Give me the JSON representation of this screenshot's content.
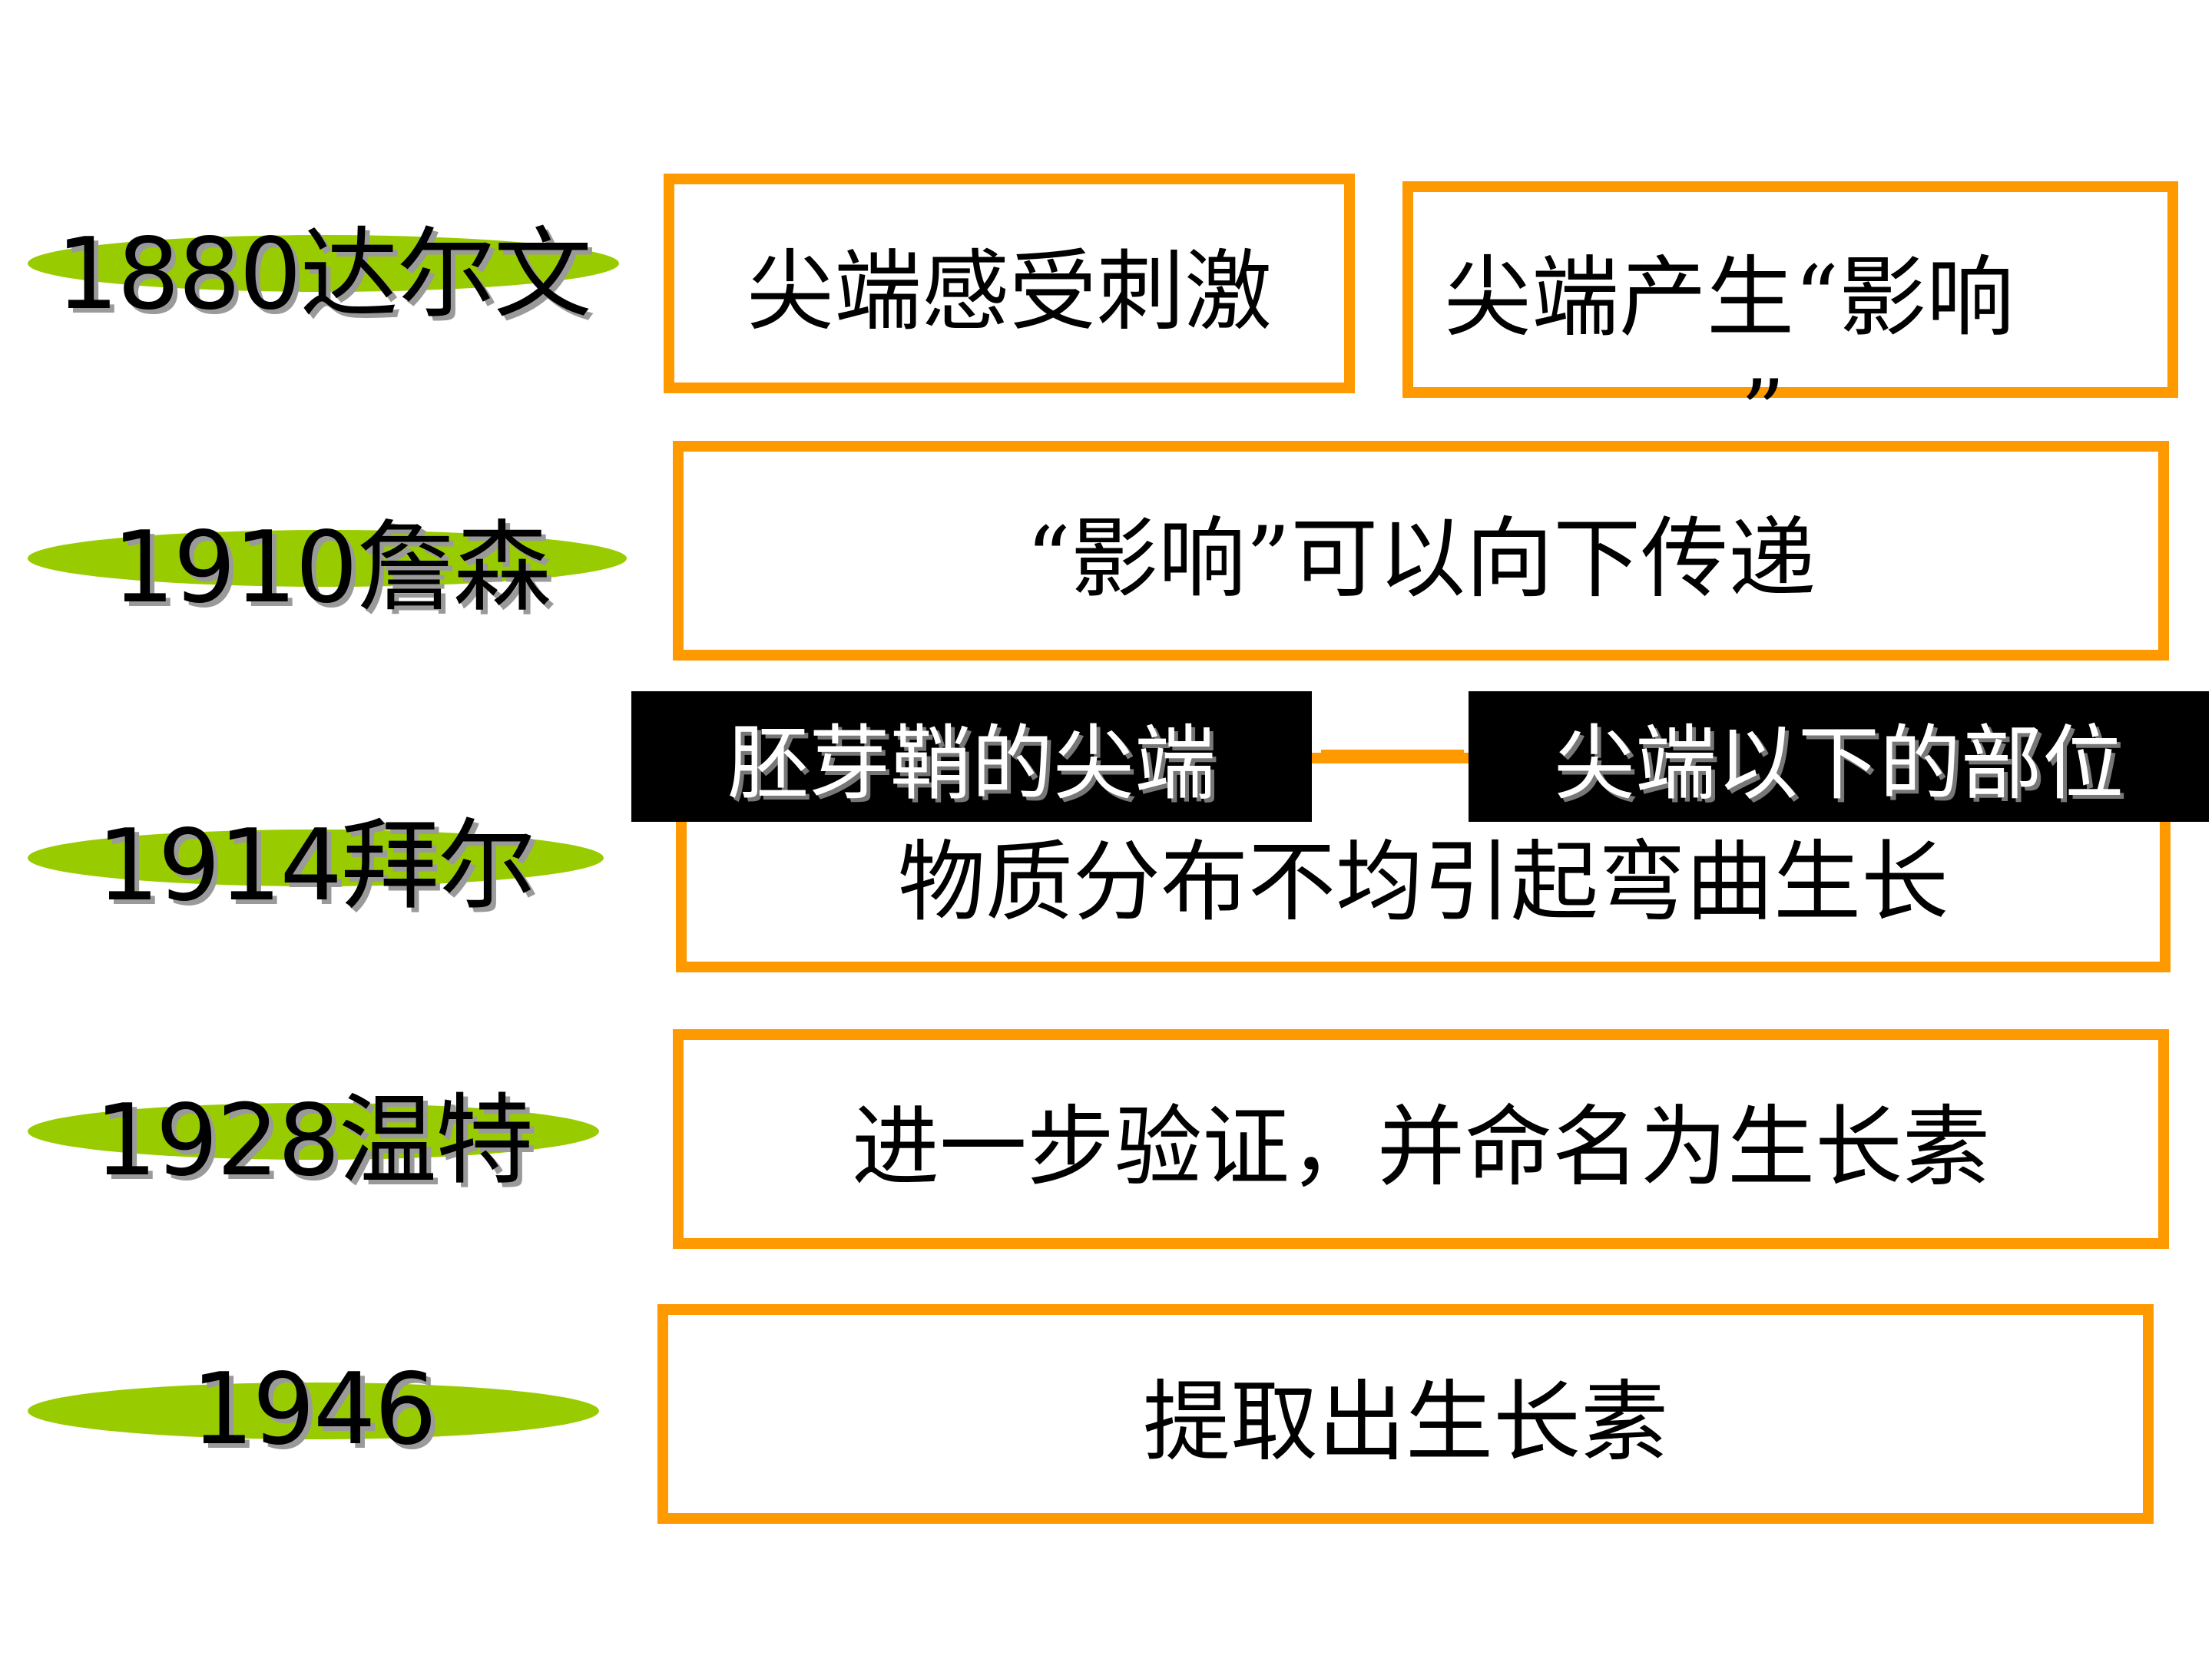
{
  "timeline": [
    {
      "year": "1880达尔文",
      "findings": [
        "尖端感受刺激",
        "尖端产生“影响"
      ],
      "tail": "”"
    },
    {
      "year": "1910詹森",
      "findings": [
        "“影响”可以向下传递"
      ]
    },
    {
      "year": "1914拜尔",
      "findings": [
        "物质分布不均引起弯曲生长"
      ]
    },
    {
      "year": "1928温特",
      "findings": [
        "进一步验证，并命名为生长素"
      ]
    },
    {
      "year": "1946",
      "findings": [
        "提取出生长素"
      ]
    }
  ],
  "overlay": {
    "left_label": "胚芽鞘的尖端",
    "right_label": "尖端以下的部位"
  },
  "colors": {
    "ellipse": "#99cc00",
    "box_border": "#ff9900",
    "label_bg": "#000000"
  }
}
